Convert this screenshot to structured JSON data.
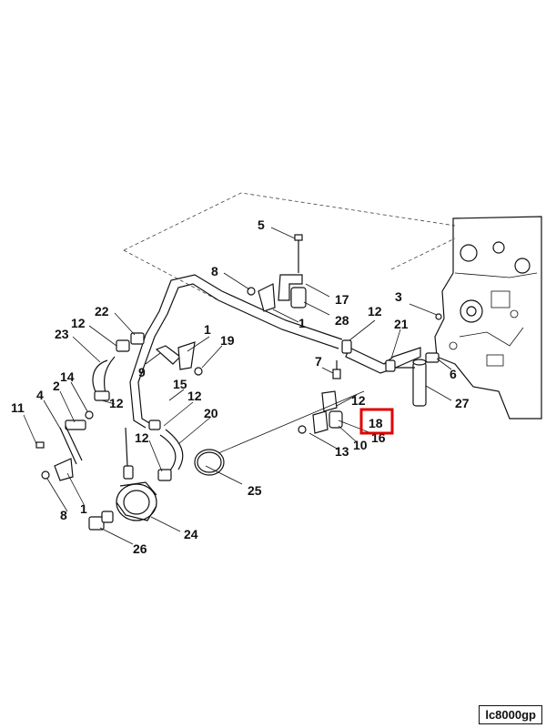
{
  "diagram": {
    "callouts": [
      "5",
      "8",
      "17",
      "28",
      "1",
      "3",
      "22",
      "12",
      "23",
      "1",
      "19",
      "12",
      "21",
      "9",
      "7",
      "6",
      "14",
      "2",
      "4",
      "15",
      "12",
      "11",
      "12",
      "12",
      "27",
      "20",
      "18",
      "13",
      "10",
      "16",
      "12",
      "25",
      "8",
      "1",
      "24",
      "26"
    ],
    "highlight_label": "18",
    "highlight_color": "#e00000",
    "reference_code": "lc8000gp"
  }
}
